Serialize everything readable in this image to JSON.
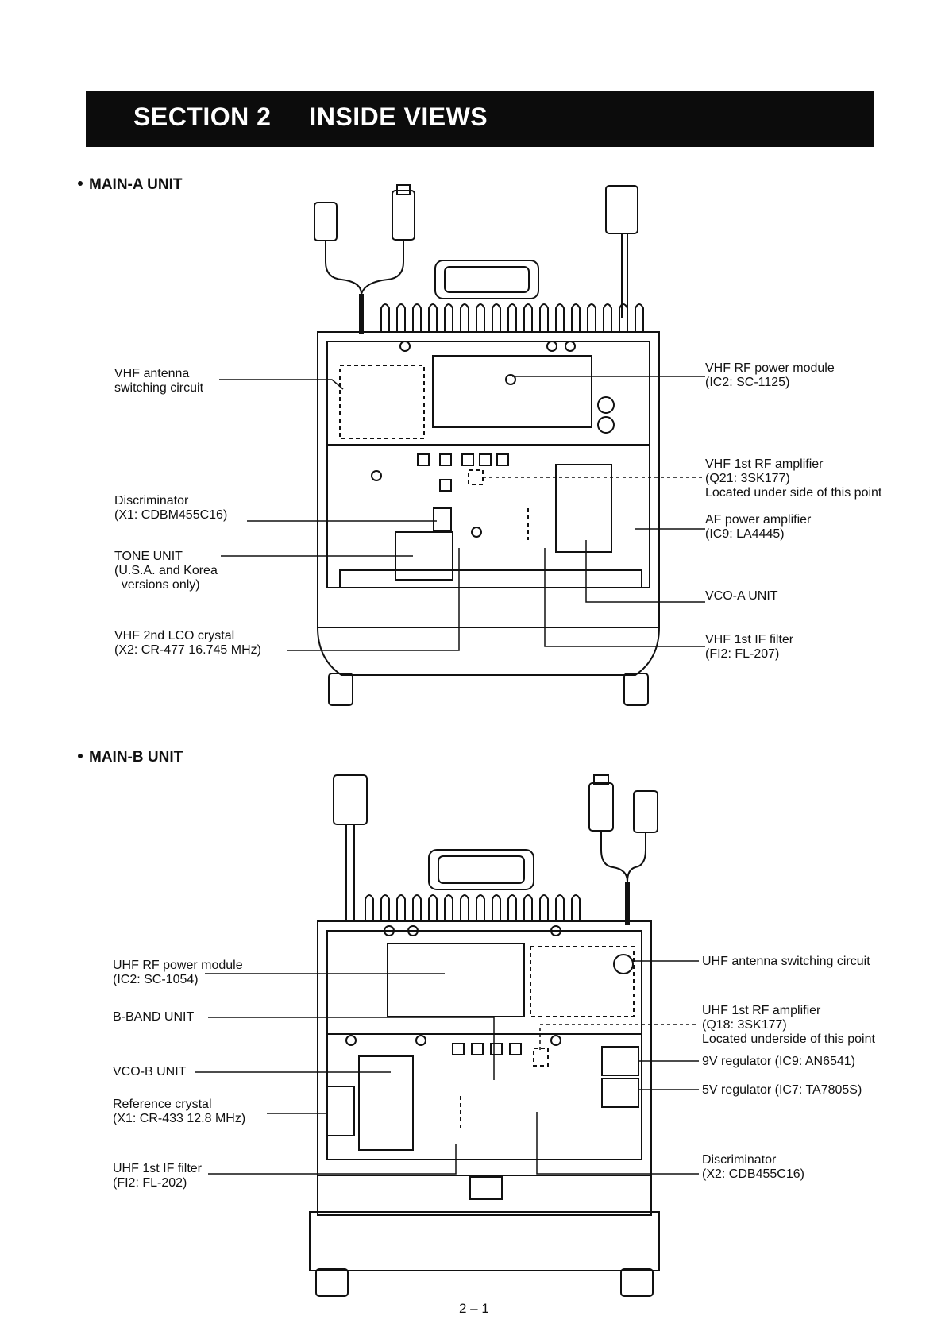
{
  "header": {
    "section": "SECTION 2",
    "title": "INSIDE VIEWS"
  },
  "main_a": {
    "title": "MAIN-A UNIT",
    "labels": {
      "ant_switch": "VHF antenna\nswitching circuit",
      "discriminator": "Discriminator\n(X1: CDBM455C16)",
      "tone": "TONE UNIT\n(U.S.A. and Korea\n  versions only)",
      "lco": "VHF 2nd LCO crystal\n(X2: CR-477 16.745 MHz)",
      "rf_module": "VHF RF power module\n(IC2: SC-1125)",
      "rf_amp": "VHF 1st RF amplifier\n(Q21: 3SK177)\nLocated under side of this point",
      "af_amp": "AF power amplifier\n(IC9: LA4445)",
      "vco": "VCO-A UNIT",
      "if_filter": "VHF 1st IF filter\n(FI2: FL-207)"
    }
  },
  "main_b": {
    "title": "MAIN-B UNIT",
    "labels": {
      "rf_module": "UHF RF power module\n(IC2: SC-1054)",
      "bband": "B-BAND UNIT",
      "vco": "VCO-B UNIT",
      "ref_crystal": "Reference crystal\n(X1: CR-433 12.8 MHz)",
      "if_filter": "UHF 1st IF filter\n(FI2: FL-202)",
      "ant_switch": "UHF antenna switching circuit",
      "rf_amp": "UHF 1st RF amplifier\n(Q18: 3SK177)\nLocated underside of this point",
      "reg9": "9V regulator (IC9: AN6541)",
      "reg5": "5V regulator (IC7: TA7805S)",
      "discriminator": "Discriminator\n(X2: CDB455C16)"
    }
  },
  "footer": {
    "page": "2 – 1"
  }
}
